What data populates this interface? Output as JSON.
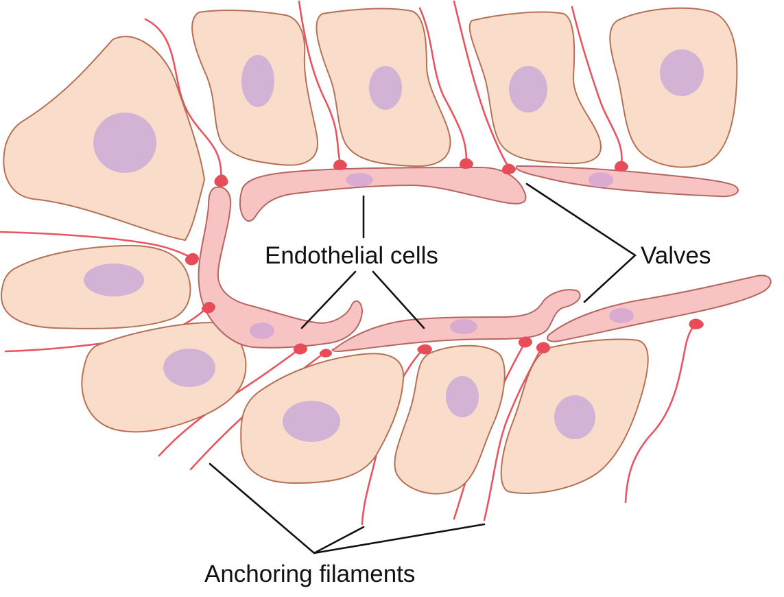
{
  "labels": {
    "endothelial": "Endothelial cells",
    "valves": "Valves",
    "anchoring": "Anchoring filaments"
  },
  "colors": {
    "tissue_cell_fill": "#f9dcc9",
    "tissue_cell_outline": "#b57155",
    "nucleus": "#d2b3d6",
    "endothelial_fill": "#f7c3c3",
    "endothelial_outline": "#b5665f",
    "filament": "#e85560",
    "leader_line": "#111111"
  }
}
